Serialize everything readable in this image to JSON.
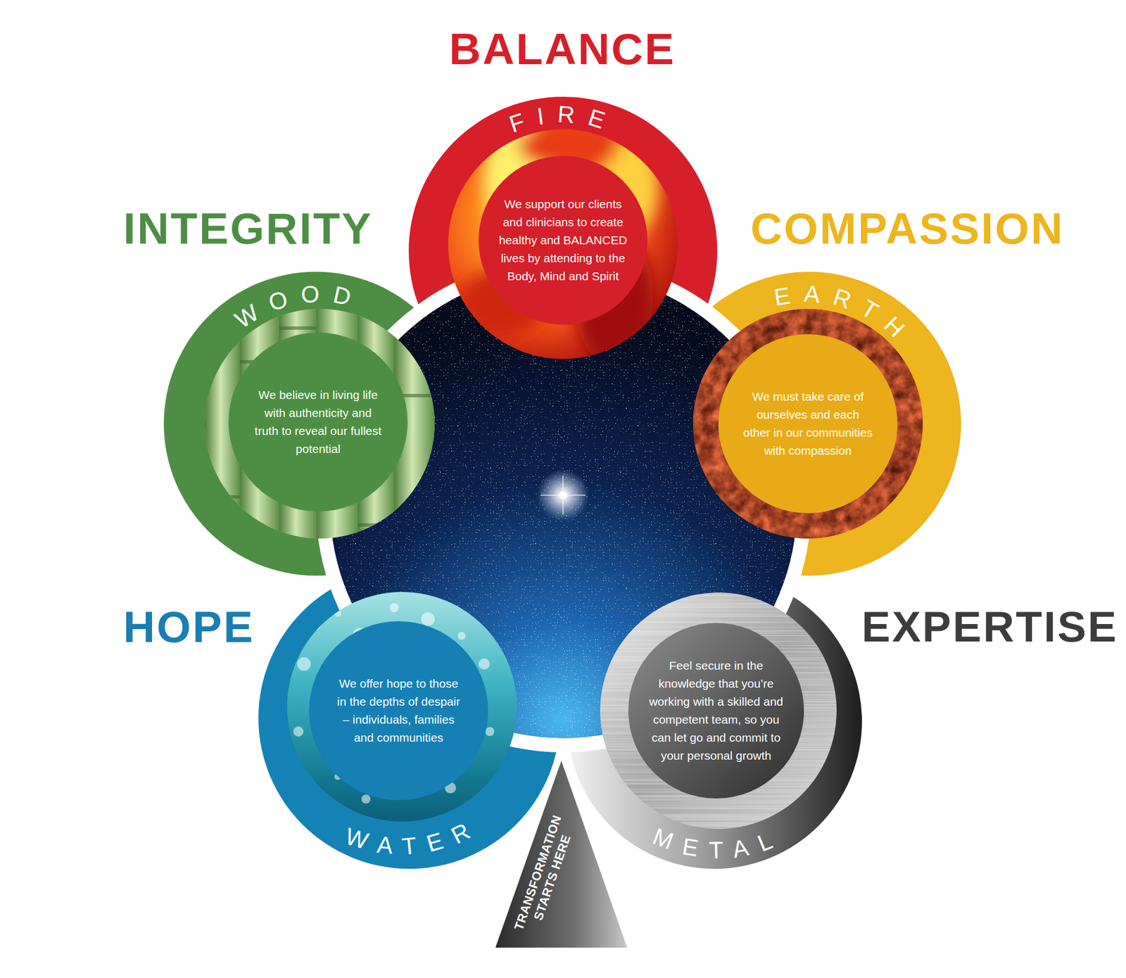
{
  "diagram": {
    "nodes": [
      {
        "text": [
          "BALANCE",
          "FIRE",
          "We support our clients and clinicians to create healthy and BALANCED lives by attending to the Body, Mind and Spirit"
        ]
      },
      {
        "text": [
          "INTEGRITY",
          "WOOD",
          "We believe in living life with authenticity and truth to reveal our fullest potential"
        ]
      },
      {
        "text": [
          "COMPASSION",
          "EARTH",
          "We must take care of ourselves and each other in our communities with compassion"
        ]
      },
      {
        "text": [
          "HOPE",
          "WATER",
          "We offer hope to those in the depths of despair – individuals, families and communities"
        ]
      },
      {
        "text": [
          "EXPERTISE",
          "METAL",
          "Feel secure in the knowledge that you’re working with a skilled and competent team, so you can let go and commit to your personal growth"
        ]
      },
      {
        "text": [
          "TRANSFORMATION STARTS HERE"
        ]
      }
    ]
  }
}
